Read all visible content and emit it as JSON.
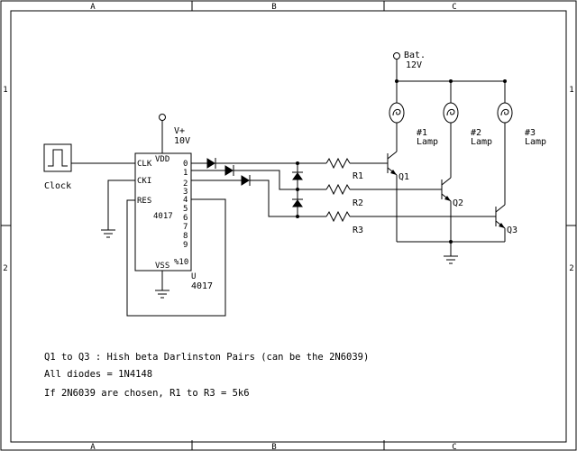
{
  "frame": {
    "zones_top": [
      "A",
      "B",
      "C"
    ],
    "zones_bottom": [
      "A",
      "B",
      "C"
    ],
    "zones_side": [
      "1",
      "2"
    ]
  },
  "power": {
    "supply_label": "V+",
    "supply_value": "10V",
    "battery_label": "Bat.",
    "battery_value": "12V"
  },
  "clock": {
    "label": "Clock"
  },
  "ic": {
    "pin_clk": "CLK",
    "pin_cki": "CKI",
    "pin_res": "RES",
    "pin_vdd": "VDD",
    "pin_vss": "VSS",
    "pin_carry": "%10",
    "name": "4017",
    "designator": "U",
    "part": "4017",
    "outputs": [
      "0",
      "1",
      "2",
      "3",
      "4",
      "5",
      "6",
      "7",
      "8",
      "9"
    ]
  },
  "resistors": [
    "R1",
    "R2",
    "R3"
  ],
  "transistors": [
    "Q1",
    "Q2",
    "Q3"
  ],
  "lamps": [
    {
      "num": "#1",
      "label": "Lamp"
    },
    {
      "num": "#2",
      "label": "Lamp"
    },
    {
      "num": "#3",
      "label": "Lamp"
    }
  ],
  "notes": [
    "Q1 to Q3 : Hish beta Darlinston Pairs (can be the 2N6039)",
    "All diodes = 1N4148",
    "If 2N6039 are chosen, R1 to R3 = 5k6"
  ]
}
